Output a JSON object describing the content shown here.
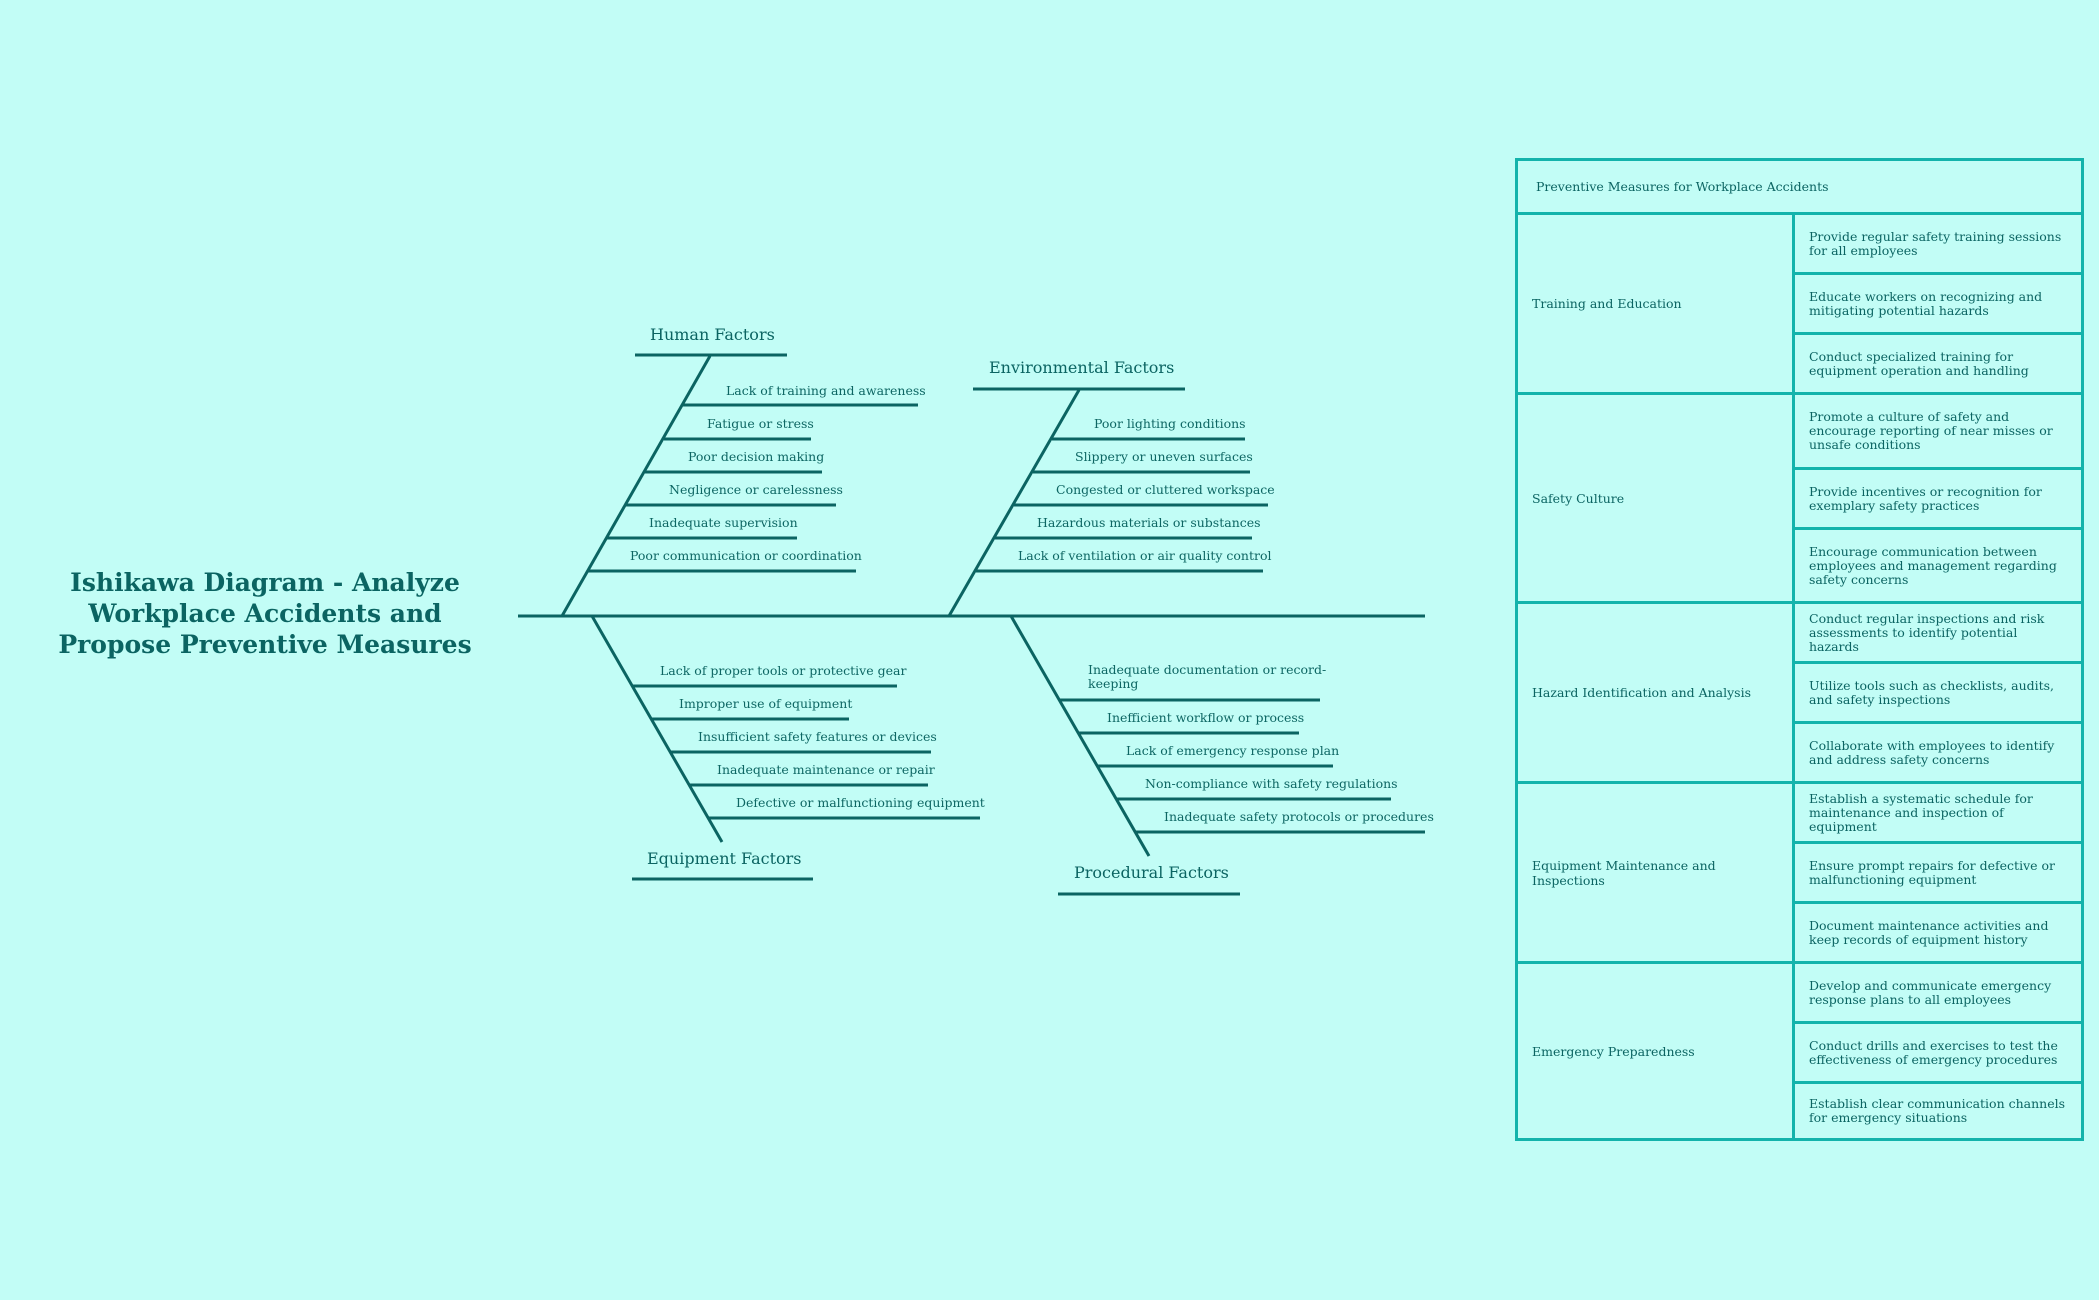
{
  "title": "Ishikawa Diagram - Analyze Workplace Accidents and Propose Preventive Measures",
  "colors": {
    "background": "#c2fdf6",
    "diagram_line": "#0b6462",
    "table_border": "#13b3ab",
    "text": "#0b6462"
  },
  "fishbone": {
    "categories": [
      {
        "name": "Human Factors",
        "position": "top",
        "causes": [
          "Lack of training and awareness",
          "Fatigue or stress",
          "Poor decision making",
          "Negligence or carelessness",
          "Inadequate supervision",
          "Poor communication or coordination"
        ]
      },
      {
        "name": "Environmental Factors",
        "position": "top",
        "causes": [
          "Poor lighting conditions",
          "Slippery or uneven surfaces",
          "Congested or cluttered workspace",
          "Hazardous materials or substances",
          "Lack of ventilation or air quality control"
        ]
      },
      {
        "name": "Equipment Factors",
        "position": "bottom",
        "causes": [
          "Lack of proper tools or protective gear",
          "Improper use of equipment",
          "Insufficient safety features or devices",
          "Inadequate maintenance or repair",
          "Defective or malfunctioning equipment"
        ]
      },
      {
        "name": "Procedural Factors",
        "position": "bottom",
        "causes": [
          "Inadequate documentation or record-keeping",
          "Inefficient workflow or process",
          "Lack of emergency response plan",
          "Non-compliance with safety regulations",
          "Inadequate safety protocols or procedures"
        ]
      }
    ]
  },
  "table": {
    "header": "Preventive Measures for Workplace Accidents",
    "groups": [
      {
        "name": "Training and Education",
        "measures": [
          "Provide regular safety training sessions for all employees",
          "Educate workers on recognizing and mitigating potential hazards",
          "Conduct specialized training for equipment operation and handling"
        ]
      },
      {
        "name": "Safety Culture",
        "measures": [
          "Promote a culture of safety and encourage reporting of near misses or unsafe conditions",
          "Provide incentives or recognition for exemplary safety practices",
          "Encourage communication between employees and management regarding safety concerns"
        ]
      },
      {
        "name": "Hazard Identification and Analysis",
        "measures": [
          "Conduct regular inspections and risk assessments to identify potential hazards",
          "Utilize tools such as checklists, audits, and safety inspections",
          "Collaborate with employees to identify and address safety concerns"
        ]
      },
      {
        "name": "Equipment Maintenance and Inspections",
        "measures": [
          "Establish a systematic schedule for maintenance and inspection of equipment",
          "Ensure prompt repairs for defective or malfunctioning equipment",
          "Document maintenance activities and keep records of equipment history"
        ]
      },
      {
        "name": "Emergency Preparedness",
        "measures": [
          "Develop and communicate emergency response plans to all employees",
          "Conduct drills and exercises to test the effectiveness of emergency procedures",
          "Establish clear communication channels for emergency situations"
        ]
      }
    ]
  }
}
